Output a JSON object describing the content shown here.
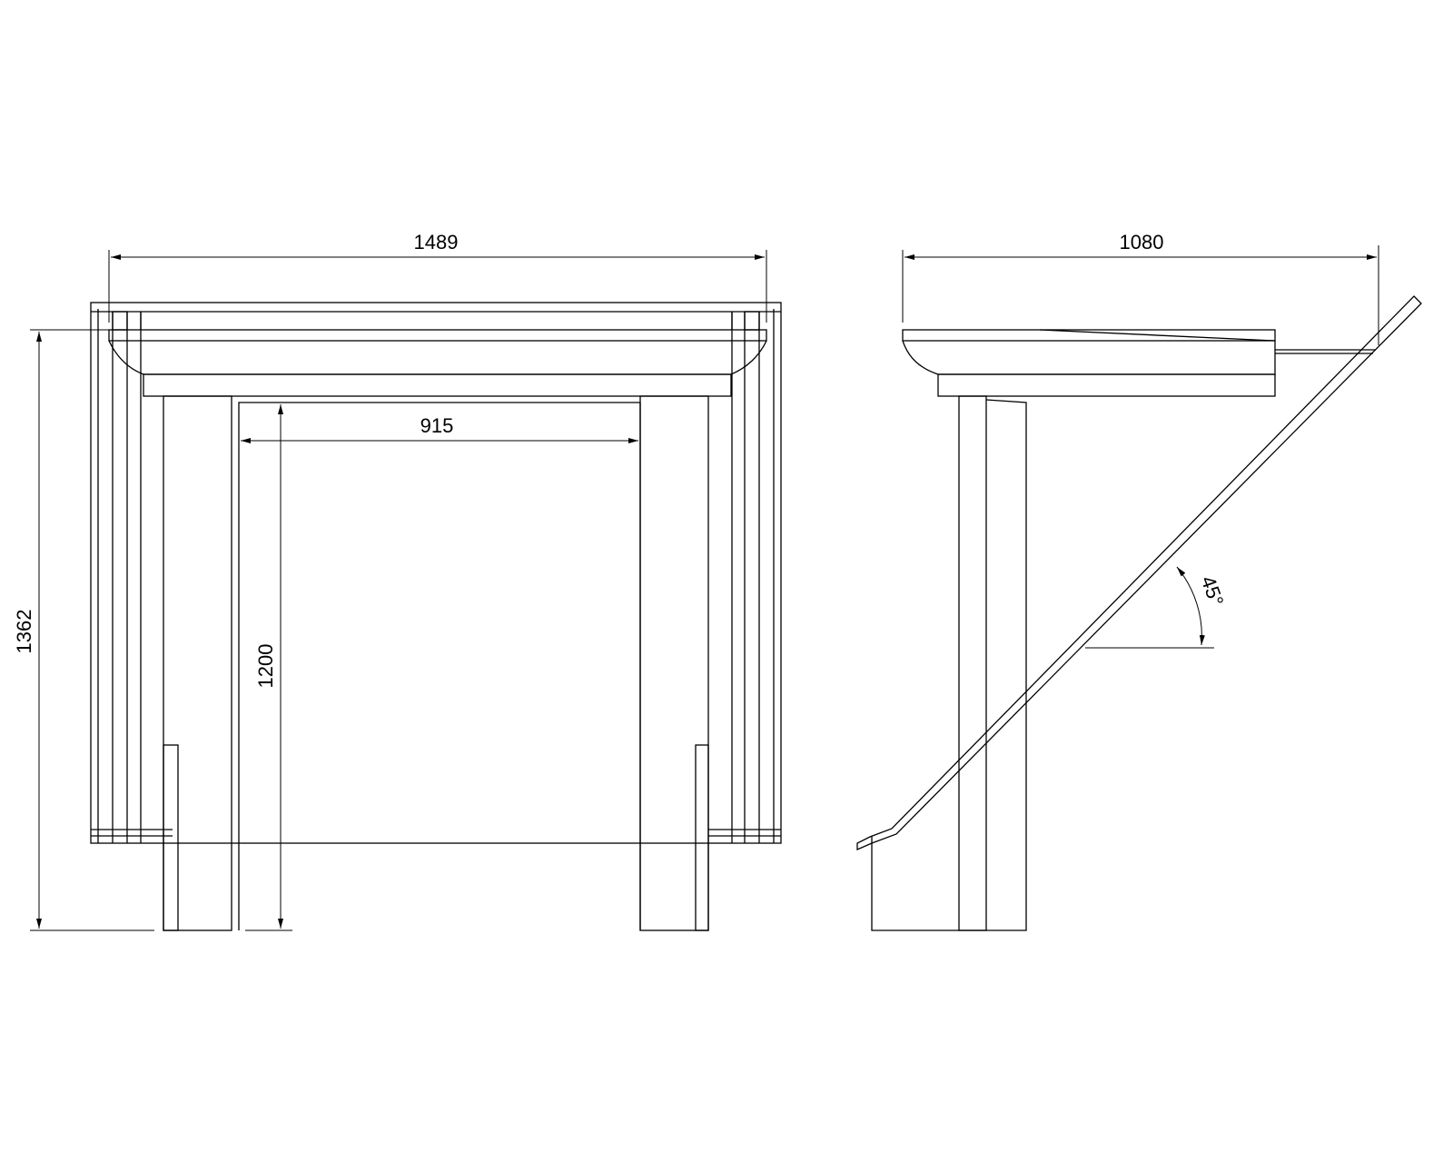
{
  "front_view": {
    "overall_width": "1489",
    "overall_height": "1362",
    "opening_width": "915",
    "opening_height": "1200"
  },
  "side_view": {
    "overall_depth": "1080",
    "angle": "45°"
  }
}
